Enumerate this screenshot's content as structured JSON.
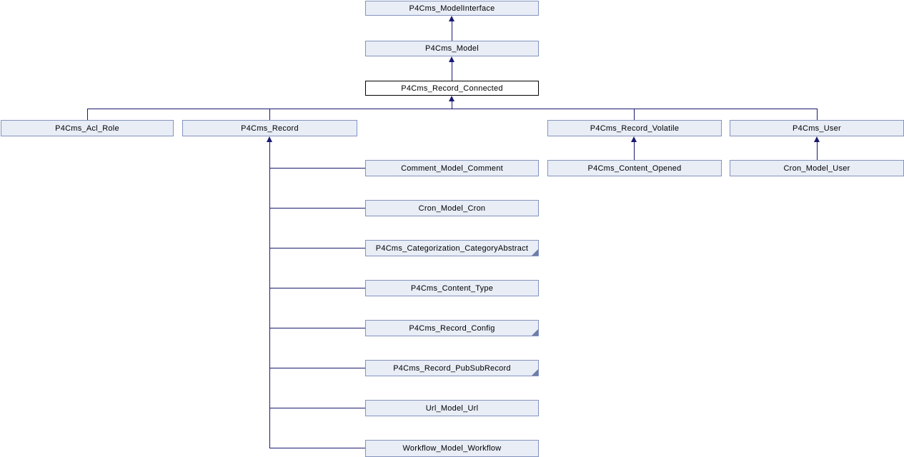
{
  "diagram": {
    "type": "class-inheritance-graph",
    "nodes": [
      {
        "id": "p4cms-modelinterface",
        "label": "P4Cms_ModelInterface",
        "highlight": false,
        "has_hidden_subclasses": false
      },
      {
        "id": "p4cms-model",
        "label": "P4Cms_Model",
        "highlight": false,
        "has_hidden_subclasses": false
      },
      {
        "id": "p4cms-record-connected",
        "label": "P4Cms_Record_Connected",
        "highlight": true,
        "has_hidden_subclasses": false
      },
      {
        "id": "p4cms-acl-role",
        "label": "P4Cms_Acl_Role",
        "highlight": false,
        "has_hidden_subclasses": false
      },
      {
        "id": "p4cms-record",
        "label": "P4Cms_Record",
        "highlight": false,
        "has_hidden_subclasses": false
      },
      {
        "id": "p4cms-record-volatile",
        "label": "P4Cms_Record_Volatile",
        "highlight": false,
        "has_hidden_subclasses": false
      },
      {
        "id": "p4cms-user",
        "label": "P4Cms_User",
        "highlight": false,
        "has_hidden_subclasses": false
      },
      {
        "id": "comment-model-comment",
        "label": "Comment_Model_Comment",
        "highlight": false,
        "has_hidden_subclasses": false
      },
      {
        "id": "cron-model-cron",
        "label": "Cron_Model_Cron",
        "highlight": false,
        "has_hidden_subclasses": false
      },
      {
        "id": "p4cms-categorization-categoryabstract",
        "label": "P4Cms_Categorization_CategoryAbstract",
        "highlight": false,
        "has_hidden_subclasses": true
      },
      {
        "id": "p4cms-content-type",
        "label": "P4Cms_Content_Type",
        "highlight": false,
        "has_hidden_subclasses": false
      },
      {
        "id": "p4cms-record-config",
        "label": "P4Cms_Record_Config",
        "highlight": false,
        "has_hidden_subclasses": true
      },
      {
        "id": "p4cms-record-pubsubrecord",
        "label": "P4Cms_Record_PubSubRecord",
        "highlight": false,
        "has_hidden_subclasses": true
      },
      {
        "id": "url-model-url",
        "label": "Url_Model_Url",
        "highlight": false,
        "has_hidden_subclasses": false
      },
      {
        "id": "workflow-model-workflow",
        "label": "Workflow_Model_Workflow",
        "highlight": false,
        "has_hidden_subclasses": false
      },
      {
        "id": "p4cms-content-opened",
        "label": "P4Cms_Content_Opened",
        "highlight": false,
        "has_hidden_subclasses": false
      },
      {
        "id": "cron-model-user",
        "label": "Cron_Model_User",
        "highlight": false,
        "has_hidden_subclasses": false
      }
    ],
    "edges": [
      {
        "from": "P4Cms_Model",
        "to": "P4Cms_ModelInterface"
      },
      {
        "from": "P4Cms_Record_Connected",
        "to": "P4Cms_Model"
      },
      {
        "from": "P4Cms_Acl_Role",
        "to": "P4Cms_Record_Connected"
      },
      {
        "from": "P4Cms_Record",
        "to": "P4Cms_Record_Connected"
      },
      {
        "from": "P4Cms_Record_Volatile",
        "to": "P4Cms_Record_Connected"
      },
      {
        "from": "P4Cms_User",
        "to": "P4Cms_Record_Connected"
      },
      {
        "from": "Comment_Model_Comment",
        "to": "P4Cms_Record"
      },
      {
        "from": "Cron_Model_Cron",
        "to": "P4Cms_Record"
      },
      {
        "from": "P4Cms_Categorization_CategoryAbstract",
        "to": "P4Cms_Record"
      },
      {
        "from": "P4Cms_Content_Type",
        "to": "P4Cms_Record"
      },
      {
        "from": "P4Cms_Record_Config",
        "to": "P4Cms_Record"
      },
      {
        "from": "P4Cms_Record_PubSubRecord",
        "to": "P4Cms_Record"
      },
      {
        "from": "Url_Model_Url",
        "to": "P4Cms_Record"
      },
      {
        "from": "Workflow_Model_Workflow",
        "to": "P4Cms_Record"
      },
      {
        "from": "P4Cms_Content_Opened",
        "to": "P4Cms_Record_Volatile"
      },
      {
        "from": "Cron_Model_User",
        "to": "P4Cms_User"
      }
    ],
    "colors": {
      "node_fill": "#E8EDF6",
      "node_border": "#8593BE",
      "edge": "#1A1A70",
      "highlight_fill": "#FFFFFF",
      "highlight_border": "#000000",
      "fold_marker": "#6F7CA6",
      "background": "#FFFFFF"
    }
  }
}
